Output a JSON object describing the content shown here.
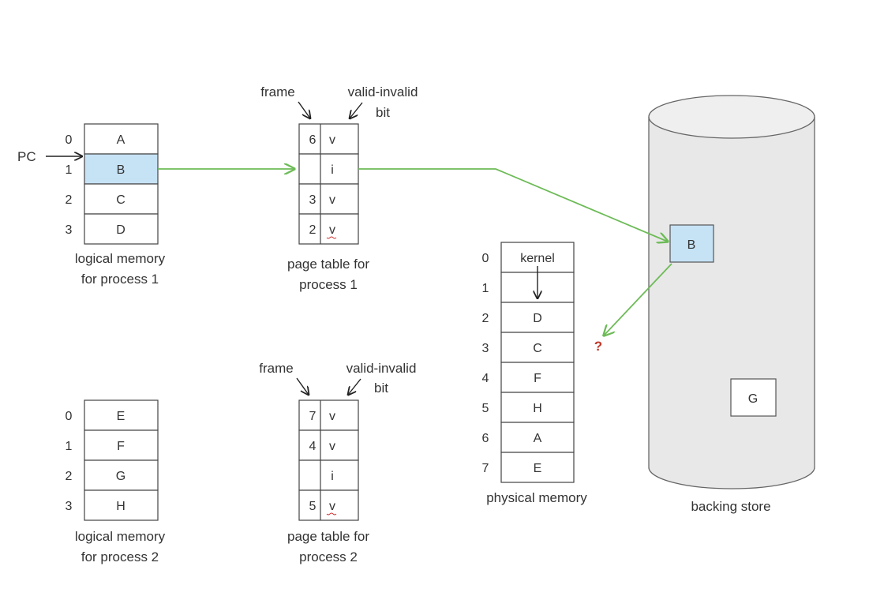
{
  "pc_label": "PC",
  "logical_memory_1": {
    "indices": [
      "0",
      "1",
      "2",
      "3"
    ],
    "cells": [
      "A",
      "B",
      "C",
      "D"
    ],
    "caption": [
      "logical memory",
      "for process 1"
    ]
  },
  "logical_memory_2": {
    "indices": [
      "0",
      "1",
      "2",
      "3"
    ],
    "cells": [
      "E",
      "F",
      "G",
      "H"
    ],
    "caption": [
      "logical memory",
      "for process 2"
    ]
  },
  "page_table_1": {
    "frame_label": "frame",
    "valid_label": [
      "valid-invalid",
      "bit"
    ],
    "frames": [
      "6",
      "",
      "3",
      "2"
    ],
    "bits": [
      "v",
      "i",
      "v",
      "v"
    ],
    "caption": [
      "page table for",
      "process 1"
    ]
  },
  "page_table_2": {
    "frame_label": "frame",
    "valid_label": [
      "valid-invalid",
      "bit"
    ],
    "frames": [
      "7",
      "4",
      "",
      "5"
    ],
    "bits": [
      "v",
      "v",
      "i",
      "v"
    ],
    "caption": [
      "page table for",
      "process 2"
    ]
  },
  "physical_memory": {
    "indices": [
      "0",
      "1",
      "2",
      "3",
      "4",
      "5",
      "6",
      "7"
    ],
    "cells": [
      "kernel",
      "",
      "D",
      "C",
      "F",
      "H",
      "A",
      "E"
    ],
    "caption": "physical memory"
  },
  "backing_store": {
    "caption": "backing store",
    "page_b": "B",
    "page_g": "G"
  },
  "question_mark": "?",
  "colors": {
    "highlight": "#c6e2f5",
    "arrow_green": "#6dbb57",
    "cylinder_fill": "#e8e8e8",
    "question": "#c0392b"
  }
}
